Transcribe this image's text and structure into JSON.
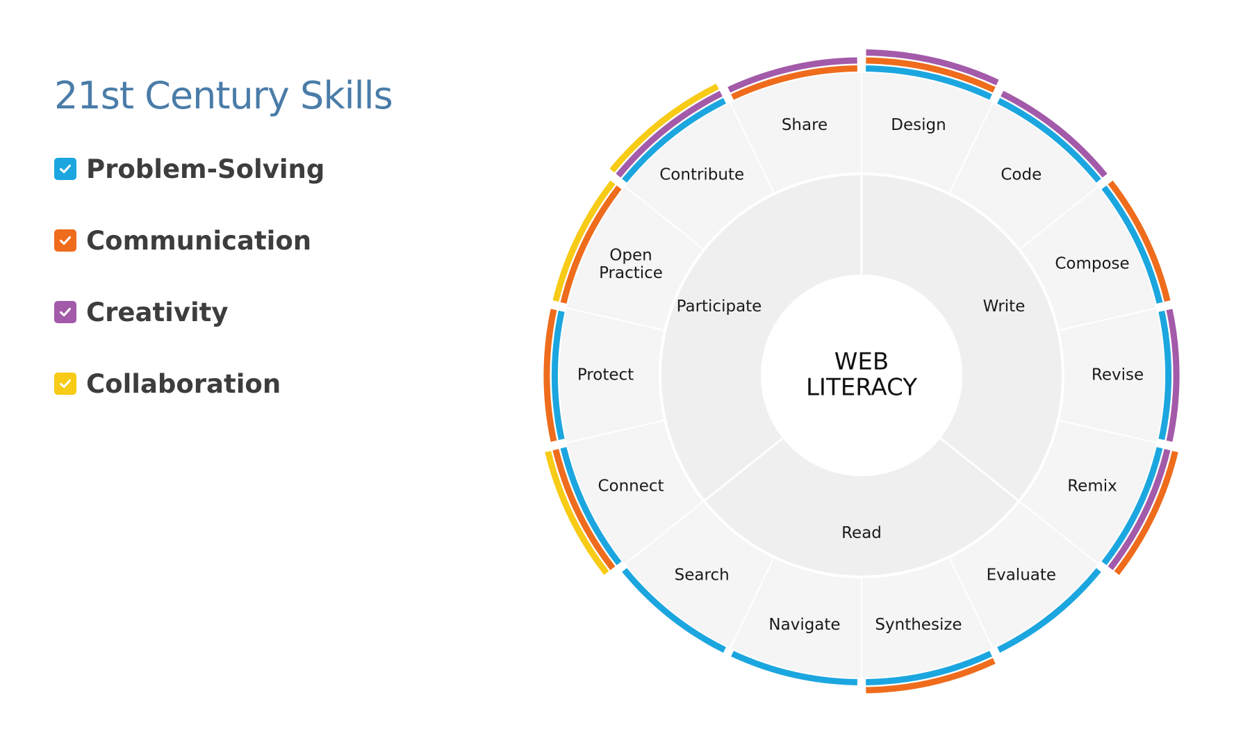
{
  "title": "21st Century Skills",
  "skills": [
    {
      "key": "problem_solving",
      "label": "Problem-Solving",
      "color": "#1ca6df"
    },
    {
      "key": "communication",
      "label": "Communication",
      "color": "#ee6c1c"
    },
    {
      "key": "creativity",
      "label": "Creativity",
      "color": "#a35aa9"
    },
    {
      "key": "collaboration",
      "label": "Collaboration",
      "color": "#f7cb16"
    }
  ],
  "wheel": {
    "center": {
      "lines": [
        "WEB",
        "LITERACY"
      ]
    },
    "strands": [
      "Write",
      "Read",
      "Participate"
    ],
    "competencies": [
      {
        "label": "Design",
        "strand": "Write",
        "skills": [
          "problem_solving",
          "communication",
          "creativity"
        ]
      },
      {
        "label": "Code",
        "strand": "Write",
        "skills": [
          "problem_solving",
          "creativity"
        ]
      },
      {
        "label": "Compose",
        "strand": "Write",
        "skills": [
          "problem_solving",
          "communication"
        ]
      },
      {
        "label": "Revise",
        "strand": "Write",
        "skills": [
          "problem_solving",
          "creativity"
        ]
      },
      {
        "label": "Remix",
        "strand": "Write",
        "skills": [
          "problem_solving",
          "creativity",
          "communication"
        ]
      },
      {
        "label": "Evaluate",
        "strand": "Read",
        "skills": [
          "problem_solving"
        ]
      },
      {
        "label": "Synthesize",
        "strand": "Read",
        "skills": [
          "problem_solving",
          "communication"
        ]
      },
      {
        "label": "Navigate",
        "strand": "Read",
        "skills": [
          "problem_solving"
        ]
      },
      {
        "label": "Search",
        "strand": "Read",
        "skills": [
          "problem_solving"
        ]
      },
      {
        "label": "Connect",
        "strand": "Participate",
        "skills": [
          "problem_solving",
          "communication",
          "collaboration"
        ]
      },
      {
        "label": "Protect",
        "strand": "Participate",
        "skills": [
          "problem_solving",
          "communication"
        ]
      },
      {
        "label": "Open Practice",
        "strand": "Participate",
        "skills": [
          "communication",
          "collaboration"
        ]
      },
      {
        "label": "Contribute",
        "strand": "Participate",
        "skills": [
          "problem_solving",
          "creativity",
          "collaboration"
        ]
      },
      {
        "label": "Share",
        "strand": "Participate",
        "skills": [
          "communication",
          "creativity"
        ]
      }
    ]
  }
}
